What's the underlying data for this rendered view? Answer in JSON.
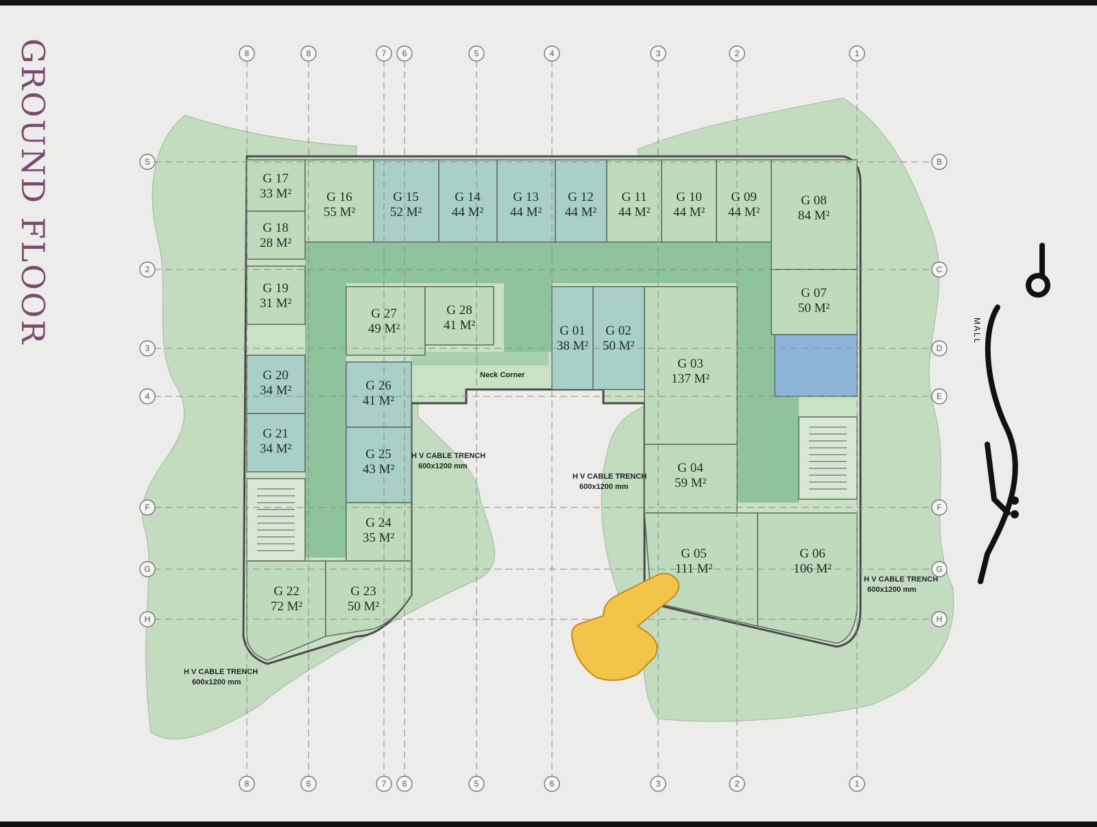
{
  "title": "GROUND FLOOR",
  "logo": {
    "text": "MALL",
    "wordmark": "وتر"
  },
  "grid": {
    "numbers_top": [
      "8",
      "8",
      "7",
      "6",
      "5",
      "4",
      "3",
      "2",
      "1"
    ],
    "numbers_bottom": [
      "8",
      "6",
      "7",
      "6",
      "5",
      "6",
      "3",
      "2",
      "1"
    ],
    "letters_left": [
      "S",
      "2",
      "3",
      "4",
      "F",
      "G",
      "H"
    ],
    "letters_right": [
      "B",
      "C",
      "D",
      "E",
      "F",
      "G",
      "H"
    ]
  },
  "units": [
    {
      "id": "G 17",
      "area": "33 M²"
    },
    {
      "id": "G 18",
      "area": "28 M²"
    },
    {
      "id": "G 16",
      "area": "55 M²"
    },
    {
      "id": "G 15",
      "area": "52 M²"
    },
    {
      "id": "G 14",
      "area": "44 M²"
    },
    {
      "id": "G 13",
      "area": "44 M²"
    },
    {
      "id": "G 12",
      "area": "44 M²"
    },
    {
      "id": "G 11",
      "area": "44 M²"
    },
    {
      "id": "G 10",
      "area": "44 M²"
    },
    {
      "id": "G 09",
      "area": "44 M²"
    },
    {
      "id": "G 08",
      "area": "84 M²"
    },
    {
      "id": "G 07",
      "area": "50 M²"
    },
    {
      "id": "G 19",
      "area": "31 M²"
    },
    {
      "id": "G 27",
      "area": "49 M²"
    },
    {
      "id": "G 28",
      "area": "41 M²"
    },
    {
      "id": "G 01",
      "area": "38 M²"
    },
    {
      "id": "G 02",
      "area": "50 M²"
    },
    {
      "id": "G 03",
      "area": "137 M²"
    },
    {
      "id": "G 20",
      "area": "34 M²"
    },
    {
      "id": "G 26",
      "area": "41 M²"
    },
    {
      "id": "G 21",
      "area": "34 M²"
    },
    {
      "id": "G 25",
      "area": "43 M²"
    },
    {
      "id": "G 04",
      "area": "59 M²"
    },
    {
      "id": "G 24",
      "area": "35 M²"
    },
    {
      "id": "G 05",
      "area": "111 M²"
    },
    {
      "id": "G 06",
      "area": "106 M²"
    },
    {
      "id": "G 22",
      "area": "72 M²"
    },
    {
      "id": "G 23",
      "area": "50 M²"
    }
  ],
  "labels": {
    "neck_corner": "Neck Corner",
    "trench_title": "H V CABLE TRENCH",
    "trench_size": "600x1200 mm"
  },
  "colors": {
    "landscape": "#c3dcc0",
    "room_green": "#bedcbb",
    "room_blue": "#a9cfc9",
    "corridor": "#8fc39d",
    "service_blue": "#8cb4d8",
    "wall": "#4a4a4a"
  }
}
